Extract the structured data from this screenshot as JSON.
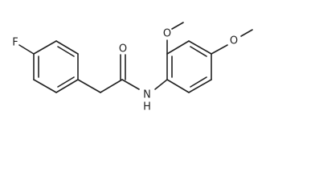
{
  "molecule": {
    "labels": {
      "fluorine": "F",
      "carbonyl_oxygen": "O",
      "amide_nitrogen": "N",
      "amide_hydrogen": "H",
      "methoxy_oxygen_top": "O",
      "methoxy_oxygen_right": "O"
    },
    "colors": {
      "bond": "#222222",
      "text": "#222222",
      "background": "#ffffff"
    }
  }
}
